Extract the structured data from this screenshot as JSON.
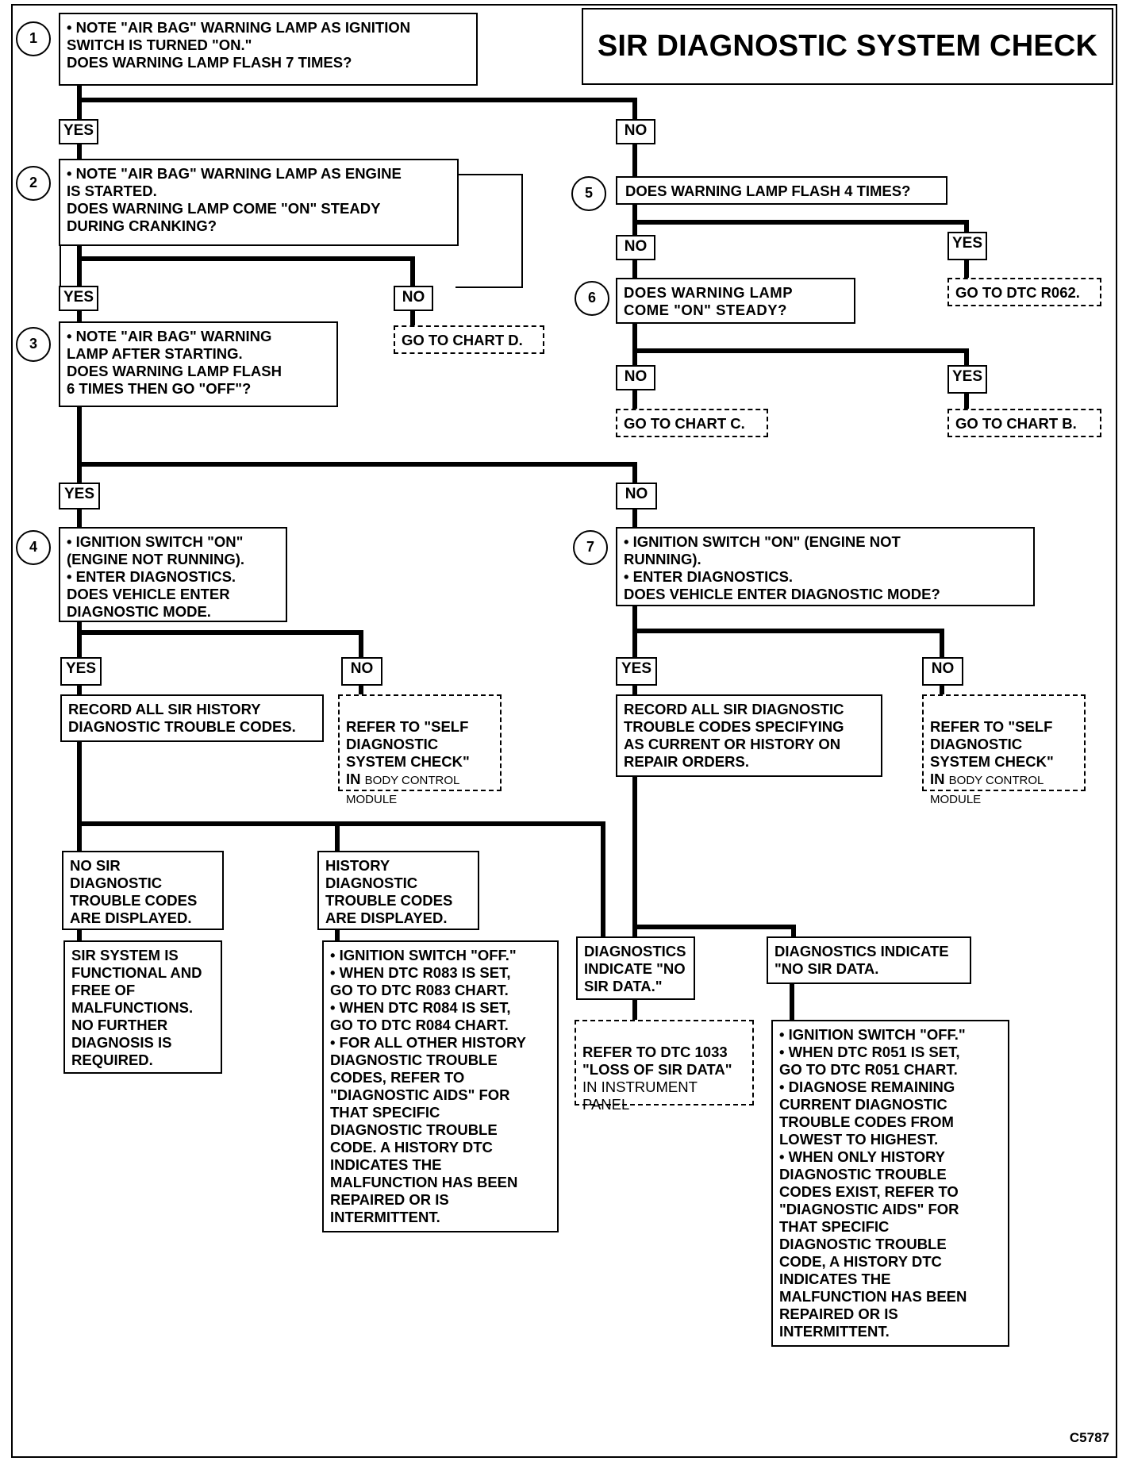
{
  "title": "SIR DIAGNOSTIC SYSTEM CHECK",
  "figure_code": "C5787",
  "steps": {
    "s1": "1",
    "s2": "2",
    "s3": "3",
    "s4": "4",
    "s5": "5",
    "s6": "6",
    "s7": "7"
  },
  "labels": {
    "yes": "YES",
    "no": "NO"
  },
  "boxes": {
    "step1": "• NOTE \"AIR BAG\" WARNING LAMP AS IGNITION\n   SWITCH IS TURNED \"ON.\"\n   DOES WARNING LAMP FLASH 7 TIMES?",
    "step2": "• NOTE \"AIR BAG\" WARNING LAMP AS ENGINE\n   IS STARTED.\n   DOES WARNING LAMP COME \"ON\" STEADY\n   DURING CRANKING?",
    "step3": "• NOTE \"AIR BAG\" WARNING\n   LAMP AFTER STARTING.\n   DOES WARNING LAMP FLASH\n   6 TIMES THEN GO \"OFF\"?",
    "step4": "• IGNITION SWITCH \"ON\"\n   (ENGINE NOT RUNNING).\n• ENTER DIAGNOSTICS.\n   DOES VEHICLE ENTER\n   DIAGNOSTIC MODE.",
    "step5": "DOES WARNING LAMP FLASH 4 TIMES?",
    "step6": "DOES  WARNING  LAMP\nCOME \"ON\" STEADY?",
    "step7": "• IGNITION  SWITCH  \"ON\"  (ENGINE  NOT\n   RUNNING).\n• ENTER DIAGNOSTICS.\n   DOES VEHICLE ENTER DIAGNOSTIC MODE?",
    "goto_chart_d": "GO TO CHART D.",
    "goto_chart_c": "GO TO CHART C.",
    "goto_chart_b": "GO TO CHART B.",
    "goto_r062": "GO TO DTC R062.",
    "record_history": "RECORD ALL SIR HISTORY\nDIAGNOSTIC TROUBLE CODES.",
    "refer_self_left_main": "REFER TO \"SELF\nDIAGNOSTIC\nSYSTEM CHECK\"\nIN ",
    "refer_self_left_small": "BODY CONTROL\nMODULE",
    "record_current": "RECORD ALL SIR DIAGNOSTIC\nTROUBLE CODES SPECIFYING\nAS CURRENT OR HISTORY ON\nREPAIR ORDERS.",
    "refer_self_right_main": "REFER TO \"SELF\nDIAGNOSTIC\nSYSTEM CHECK\"\nIN ",
    "refer_self_right_small": "BODY CONTROL\nMODULE",
    "no_sir_codes": "NO SIR\nDIAGNOSTIC\nTROUBLE CODES\nARE DISPLAYED.",
    "functional": "SIR SYSTEM IS\nFUNCTIONAL AND\nFREE OF\nMALFUNCTIONS.\nNO FURTHER\nDIAGNOSIS IS\nREQUIRED.",
    "history_codes": "HISTORY\nDIAGNOSTIC\nTROUBLE CODES\nARE DISPLAYED.",
    "history_actions": "• IGNITION SWITCH \"OFF.\"\n• WHEN DTC R083 IS SET,\n   GO TO DTC R083 CHART.\n• WHEN DTC R084 IS SET,\n   GO TO DTC R084 CHART.\n• FOR ALL OTHER HISTORY\n   DIAGNOSTIC TROUBLE\n   CODES, REFER TO\n   \"DIAGNOSTIC AIDS\" FOR\n   THAT SPECIFIC\n   DIAGNOSTIC TROUBLE\n   CODE. A HISTORY DTC\n   INDICATES THE\n   MALFUNCTION HAS BEEN\n   REPAIRED OR IS\n   INTERMITTENT.",
    "diag_no_sir_1": "DIAGNOSTICS\nINDICATE \"NO\nSIR DATA.\"",
    "refer_dtc_1033_bold": "REFER TO DTC 1033\n\"LOSS OF SIR DATA\"",
    "refer_dtc_1033_light": "IN INSTRUMENT\nPANEL",
    "diag_no_sir_2": "DIAGNOSTICS INDICATE\n\"NO SIR DATA.",
    "current_actions": "• IGNITION SWITCH \"OFF.\"\n• WHEN DTC R051 IS SET,\n   GO TO DTC R051 CHART.\n• DIAGNOSE REMAINING\n   CURRENT DIAGNOSTIC\n   TROUBLE CODES FROM\n   LOWEST TO HIGHEST.\n• WHEN ONLY HISTORY\n   DIAGNOSTIC TROUBLE\n   CODES EXIST, REFER TO\n   \"DIAGNOSTIC AIDS\" FOR\n   THAT SPECIFIC\n   DIAGNOSTIC TROUBLE\n   CODE, A HISTORY DTC\n   INDICATES THE\n   MALFUNCTION HAS BEEN\n   REPAIRED OR IS\n   INTERMITTENT."
  }
}
